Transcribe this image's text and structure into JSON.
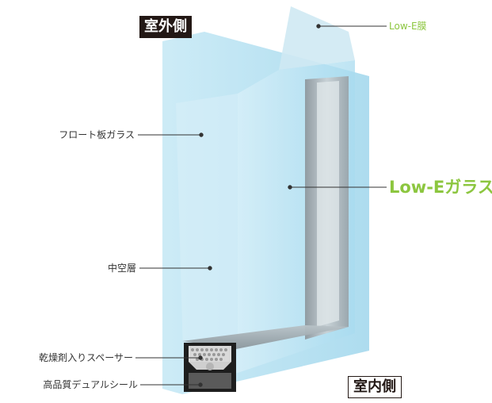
{
  "side_labels": {
    "outdoor": "室外側",
    "indoor": "室内側"
  },
  "callouts": {
    "lowe_film": "Low-E膜",
    "float_glass": "フロート板ガラス",
    "lowe_glass": "Low-Eガラス",
    "hollow_layer": "中空層",
    "spacer": "乾燥剤入りスペーサー",
    "seal": "高品質デュアルシール"
  },
  "colors": {
    "accent_green": "#8cc63f",
    "label_text": "#333333",
    "badge_dark": "#231815",
    "glass_outer": "#a9dcef",
    "glass_inner": "#bfe6f4",
    "frame_gray": "#9ea9af"
  }
}
